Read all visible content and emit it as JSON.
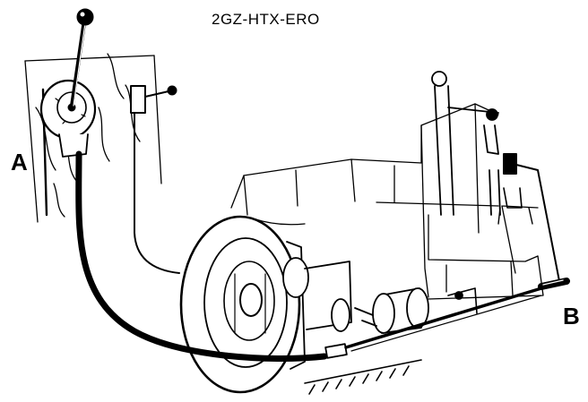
{
  "diagram": {
    "model_code": "2GZ-HTX-ERO",
    "callouts": {
      "a": "A",
      "b": "B"
    },
    "colors": {
      "ink": "#000000",
      "background": "#ffffff"
    }
  }
}
